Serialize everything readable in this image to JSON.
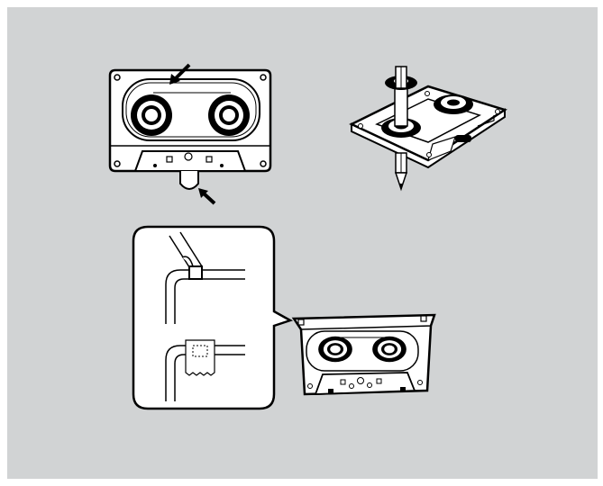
{
  "figure": {
    "background_color": "#d1d3d4",
    "ink_color": "#000000",
    "paper_color": "#ffffff",
    "panels": [
      {
        "id": "cassette-front-view",
        "icons": [
          "cassette-icon",
          "arrow-icon",
          "arrow-icon"
        ]
      },
      {
        "id": "cassette-pencil-rewind",
        "icons": [
          "cassette-icon",
          "pencil-icon"
        ]
      },
      {
        "id": "tab-detail-callout",
        "icons": [
          "break-tab-icon",
          "tape-over-tab-icon"
        ]
      },
      {
        "id": "cassette-back-view",
        "icons": [
          "cassette-icon"
        ]
      }
    ]
  }
}
